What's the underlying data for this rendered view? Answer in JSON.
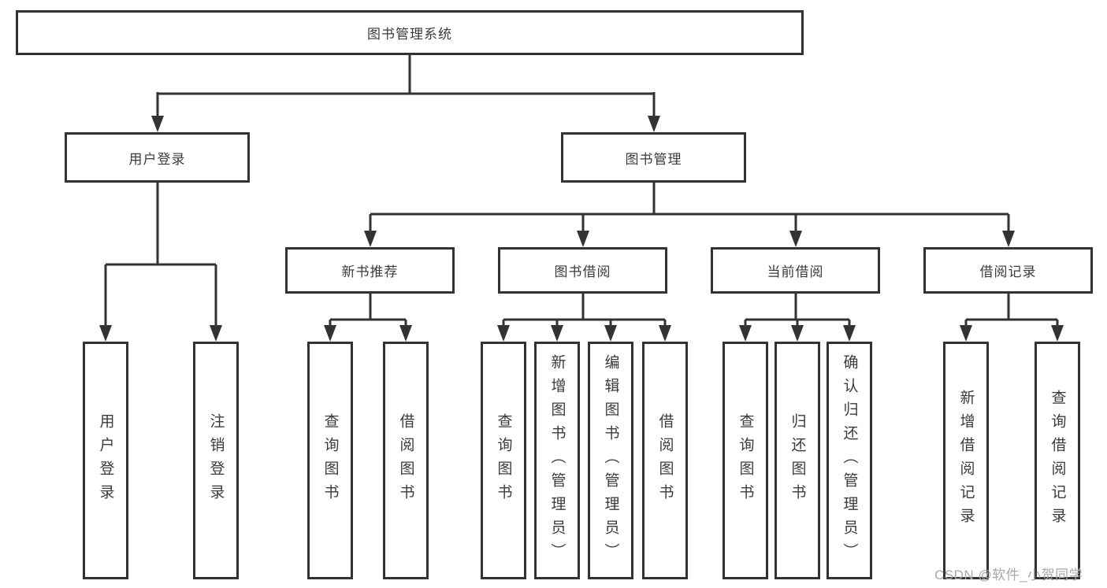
{
  "diagram": {
    "root": {
      "label": "图书管理系统"
    },
    "level2": [
      {
        "label": "用户登录"
      },
      {
        "label": "图书管理"
      }
    ],
    "level3": [
      {
        "label": "新书推荐"
      },
      {
        "label": "图书借阅"
      },
      {
        "label": "当前借阅"
      },
      {
        "label": "借阅记录"
      }
    ],
    "leaves": {
      "user_login": [
        {
          "label": "用户登录"
        },
        {
          "label": "注销登录"
        }
      ],
      "new_book_recommend": [
        {
          "label": "查询图书"
        },
        {
          "label": "借阅图书"
        }
      ],
      "book_borrow": [
        {
          "label": "查询图书"
        },
        {
          "label": "新增图书（管理员）"
        },
        {
          "label": "编辑图书（管理员）"
        },
        {
          "label": "借阅图书"
        }
      ],
      "current_borrow": [
        {
          "label": "查询图书"
        },
        {
          "label": "归还图书"
        },
        {
          "label": "确认归还（管理员）"
        }
      ],
      "borrow_records": [
        {
          "label": "新增借阅记录"
        },
        {
          "label": "查询借阅记录"
        }
      ]
    }
  },
  "watermark": {
    "text": "CSDN @软件_小贺同学"
  },
  "colors": {
    "line": "#333333",
    "box_border": "#333333",
    "text": "#3b3b3b",
    "watermark": "#a8a8a8",
    "background": "#ffffff"
  }
}
